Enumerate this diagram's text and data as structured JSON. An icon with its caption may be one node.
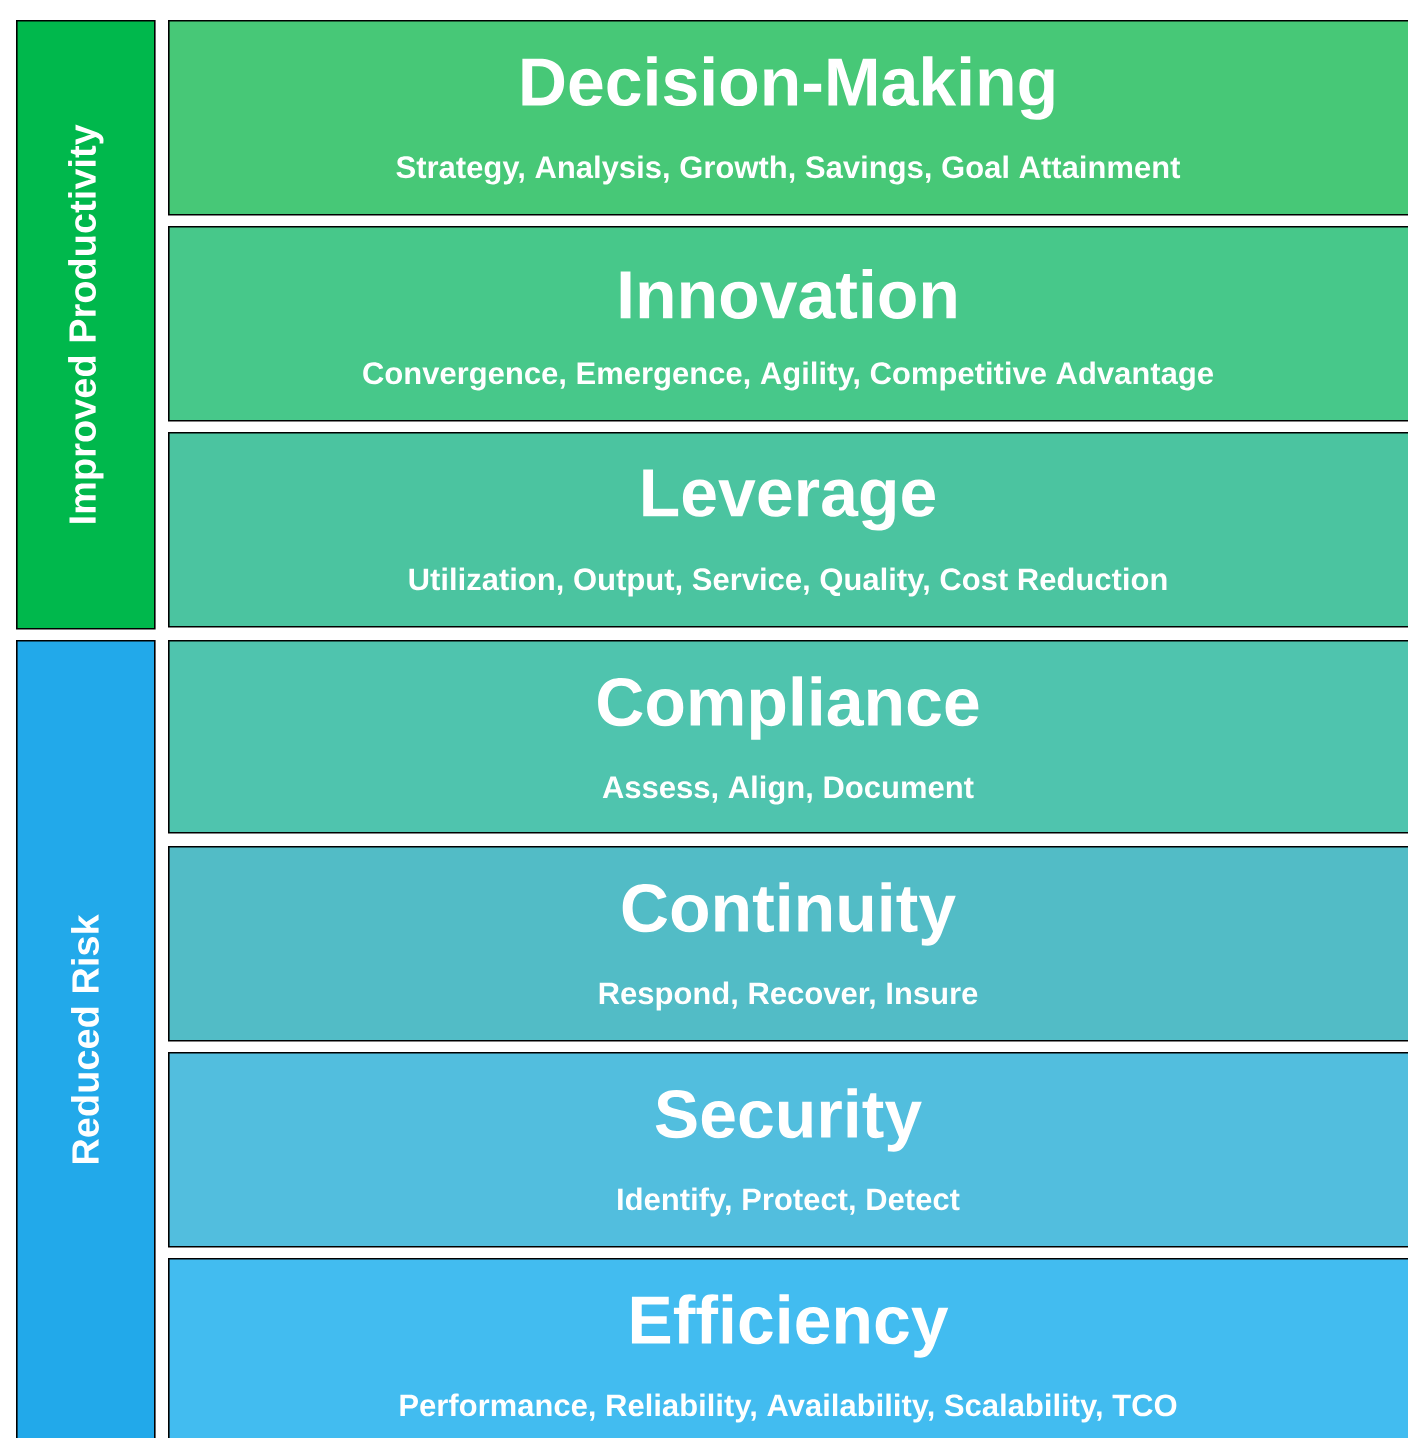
{
  "diagram": {
    "nodes": [
      {
        "text": [
          "Improved Productivity"
        ]
      },
      {
        "text": [
          "Reduced Risk"
        ]
      },
      {
        "text": [
          "Decision-Making",
          "Strategy, Analysis, Growth, Savings, Goal Attainment"
        ]
      },
      {
        "text": [
          "Innovation",
          "Convergence, Emergence, Agility, Competitive Advantage"
        ]
      },
      {
        "text": [
          "Leverage",
          "Utilization, Output, Service, Quality, Cost Reduction"
        ]
      },
      {
        "text": [
          "Compliance",
          "Assess, Align, Document"
        ]
      },
      {
        "text": [
          "Continuity",
          "Respond, Recover, Insure"
        ]
      },
      {
        "text": [
          "Security",
          "Identify, Protect, Detect"
        ]
      },
      {
        "text": [
          "Efficiency",
          "Performance, Reliability, Availability, Scalability, TCO"
        ]
      }
    ]
  }
}
